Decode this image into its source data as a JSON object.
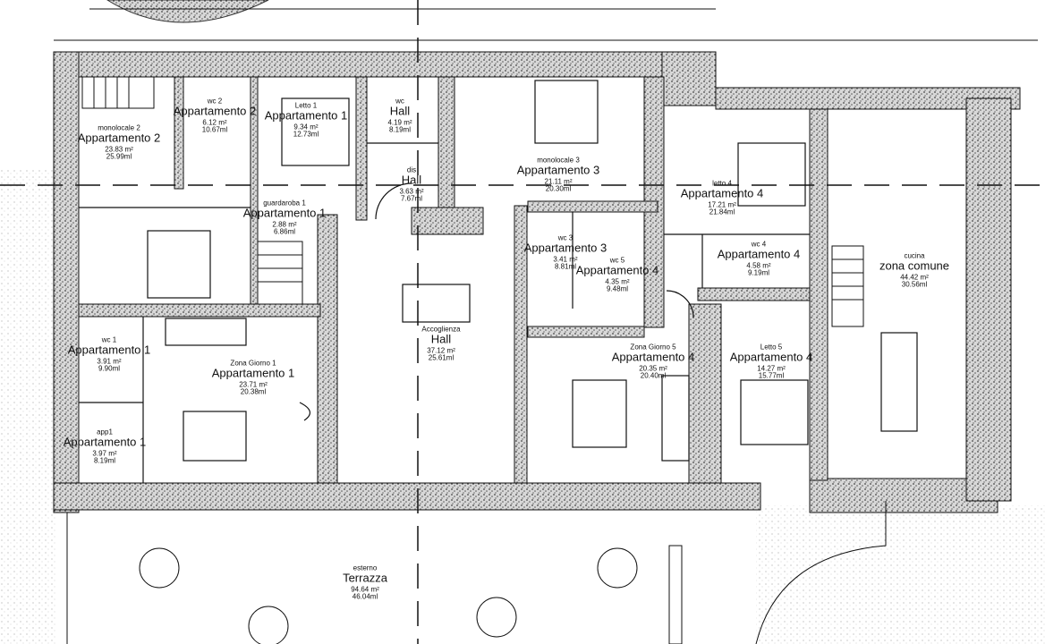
{
  "title": "Floor plan",
  "units": {
    "area": "m²",
    "perimeter": "ml"
  },
  "rooms": [
    {
      "type": "monolocale 2",
      "name": "Appartamento 2",
      "area": "23.83 m²",
      "perimeter": "25.99ml"
    },
    {
      "type": "wc 2",
      "name": "Appartamento 2",
      "area": "6.12 m²",
      "perimeter": "10.67ml"
    },
    {
      "type": "Letto 1",
      "name": "Appartamento 1",
      "area": "9.34 m²",
      "perimeter": "12.73ml"
    },
    {
      "type": "wc",
      "name": "Hall",
      "area": "4.19 m²",
      "perimeter": "8.19ml"
    },
    {
      "type": "dis",
      "name": "Hall",
      "area": "3.63 m²",
      "perimeter": "7.67ml"
    },
    {
      "type": "guardaroba 1",
      "name": "Appartamento 1",
      "area": "2.88 m²",
      "perimeter": "6.86ml"
    },
    {
      "type": "monolocale 3",
      "name": "Appartamento 3",
      "area": "21.11 m²",
      "perimeter": "20.30ml"
    },
    {
      "type": "letto 4",
      "name": "Appartamento 4",
      "area": "17.21 m²",
      "perimeter": "21.84ml"
    },
    {
      "type": "wc 3",
      "name": "Appartamento 3",
      "area": "3.41 m²",
      "perimeter": "8.81ml"
    },
    {
      "type": "wc 5",
      "name": "Appartamento 4",
      "area": "4.35 m²",
      "perimeter": "9.48ml"
    },
    {
      "type": "wc 4",
      "name": "Appartamento 4",
      "area": "4.58 m²",
      "perimeter": "9.19ml"
    },
    {
      "type": "cucina",
      "name": "zona comune",
      "area": "44.42 m²",
      "perimeter": "30.56ml"
    },
    {
      "type": "wc 1",
      "name": "Appartamento 1",
      "area": "3.91 m²",
      "perimeter": "9.90ml"
    },
    {
      "type": "Zona Giorno 1",
      "name": "Appartamento 1",
      "area": "23.71 m²",
      "perimeter": "20.38ml"
    },
    {
      "type": "app1",
      "name": "Appartamento 1",
      "area": "3.97 m²",
      "perimeter": "8.19ml"
    },
    {
      "type": "Accoglienza",
      "name": "Hall",
      "area": "37.12 m²",
      "perimeter": "25.61ml"
    },
    {
      "type": "Zona Giorno 5",
      "name": "Appartamento 4",
      "area": "20.35 m²",
      "perimeter": "20.40ml"
    },
    {
      "type": "Letto 5",
      "name": "Appartamento 4",
      "area": "14.27 m²",
      "perimeter": "15.77ml"
    },
    {
      "type": "esterno",
      "name": "Terrazza",
      "area": "94.64 m²",
      "perimeter": "46.04ml"
    }
  ],
  "colors": {
    "wall": "#8a8a8a",
    "line": "#111111",
    "background": "#ffffff"
  }
}
